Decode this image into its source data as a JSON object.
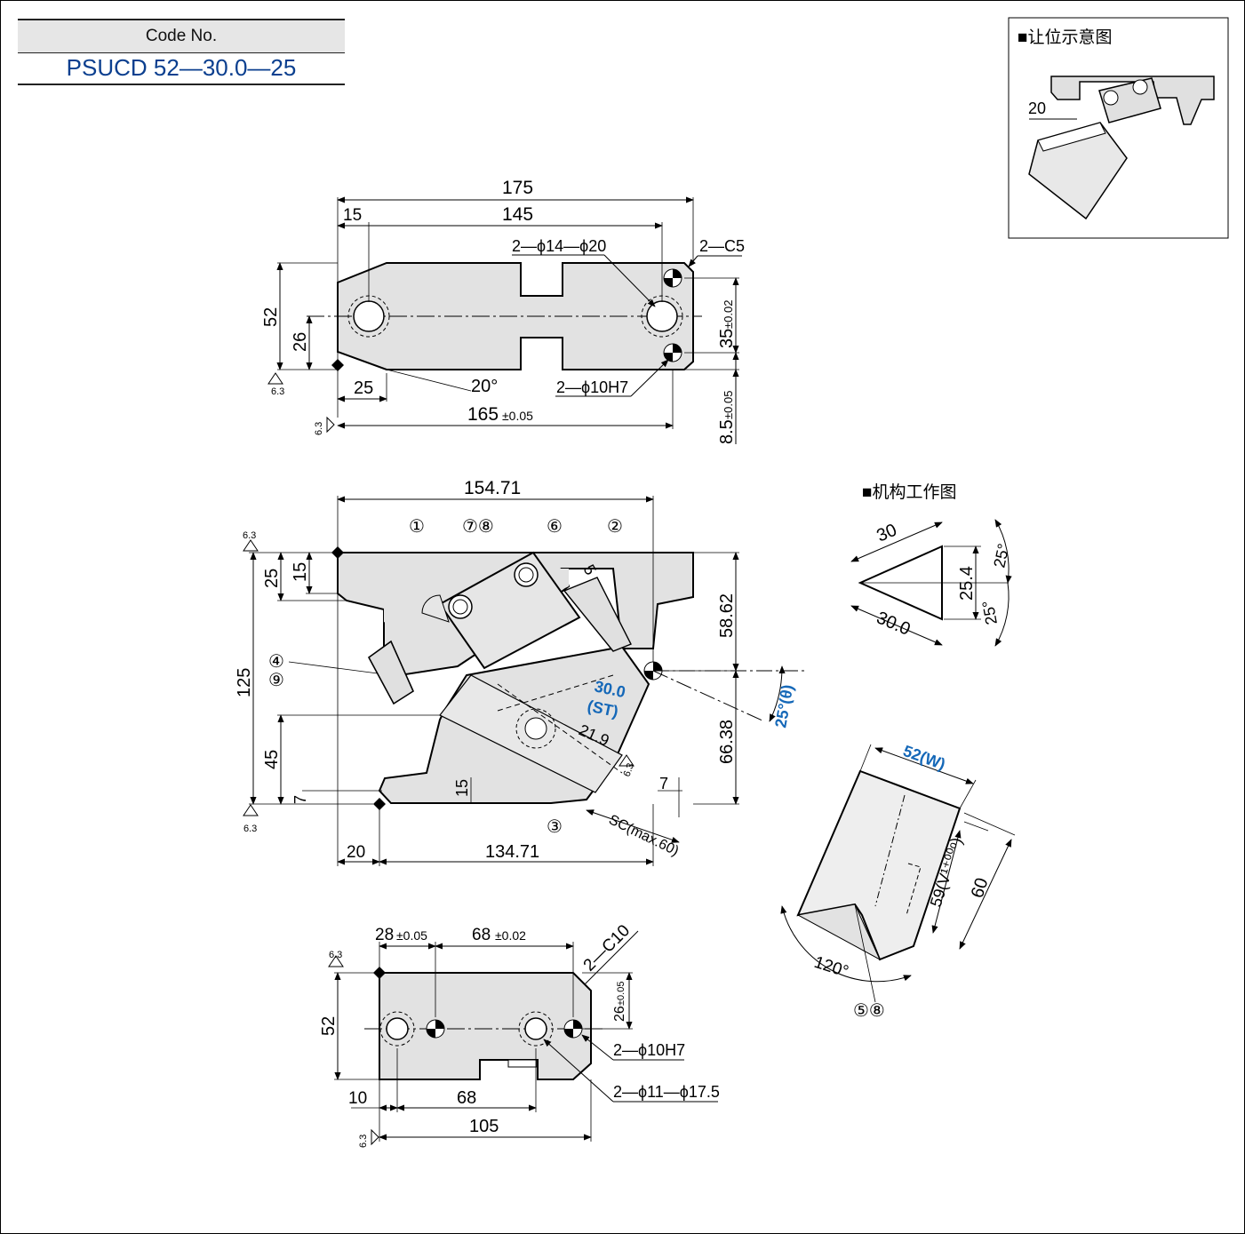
{
  "code": {
    "label": "Code No.",
    "value": "PSUCD 52—30.0—25"
  },
  "inset": {
    "title": "■让位示意图",
    "dim": "20"
  },
  "mech": {
    "title": "■机构工作图",
    "d30": "30",
    "d30b": "30.0",
    "d254": "25.4",
    "a1": "25°",
    "a2": "25°"
  },
  "top": {
    "d175": "175",
    "d15": "15",
    "d145": "145",
    "holes": "2—ϕ14—ϕ20",
    "chamfer": "2—C5",
    "d52": "52",
    "d26": "26",
    "d35": "35",
    "tol002": "±0.02",
    "d25": "25",
    "angle": "20°",
    "pins": "2—ϕ10H7",
    "d165": "165",
    "tol005": "±0.05",
    "d85": "8.5",
    "rough": "6.3"
  },
  "front": {
    "d15471": "154.71",
    "d25": "25",
    "d15": "15",
    "d125": "125",
    "d45": "45",
    "d7": "7",
    "d15b": "15",
    "d5": "5",
    "d5862": "58.62",
    "d6638": "66.38",
    "d7b": "7",
    "st": "30.0",
    "st_label": "(ST)",
    "d219": "21.9",
    "theta": "25°(θ)",
    "sc": "SC(max.60)",
    "d20": "20",
    "d13471": "134.71",
    "c1": "①",
    "c2": "②",
    "c3": "③",
    "c4": "④",
    "c6": "⑥",
    "c78": "⑦⑧",
    "c9": "⑨",
    "rough": "6.3"
  },
  "bottom": {
    "d28": "28",
    "tol005": "±0.05",
    "d68": "68",
    "tol002": "±0.02",
    "chamfer": "2—C10",
    "d26": "26",
    "tol26": "±0.05",
    "d52": "52",
    "pins": "2—ϕ10H7",
    "holes": "2—ϕ11—ϕ17.5",
    "d10": "10",
    "d68b": "68",
    "d105": "105",
    "rough": "6.3"
  },
  "iso": {
    "w": "52(W)",
    "v": "59(V¹⁺⁰⁰ᵒ)",
    "d60": "60",
    "angle": "120°",
    "c58": "⑤⑧"
  }
}
